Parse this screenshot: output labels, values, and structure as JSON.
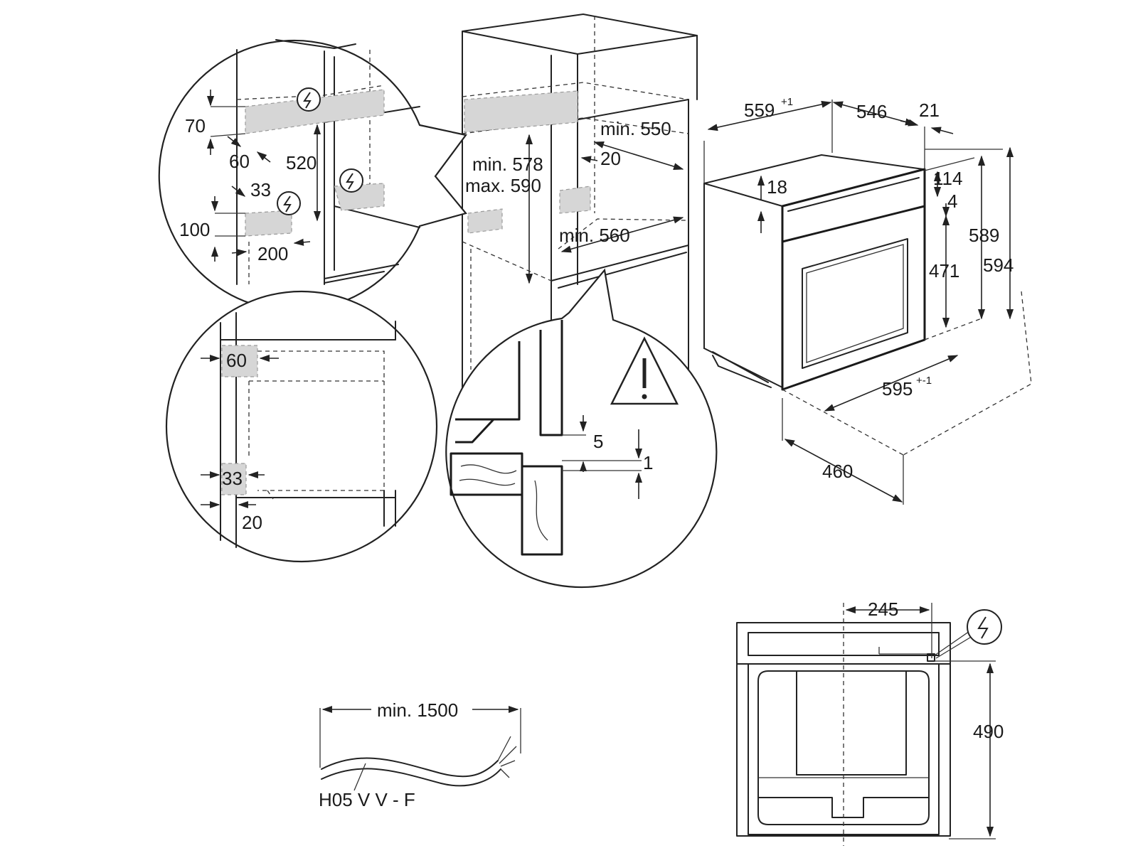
{
  "labels": {
    "d_559": "559",
    "d_559_tol": "+1",
    "d_546": "546",
    "d_21": "21",
    "d_18": "18",
    "d_114": "114",
    "d_4": "4",
    "d_589": "589",
    "d_594": "594",
    "d_471": "471",
    "d_595": "595",
    "d_595_tol": "+-1",
    "d_460": "460",
    "d_min550": "min. 550",
    "d_min578": "min. 578",
    "d_max590": "max. 590",
    "d_20_niche": "20",
    "d_min560": "min. 560",
    "d_70": "70",
    "d_60": "60",
    "d_520": "520",
    "d_33": "33",
    "d_100": "100",
    "d_200": "200",
    "d_60_box": "60",
    "d_33_box": "33",
    "d_20_side": "20",
    "d_5": "5",
    "d_1": "1",
    "d_245": "245",
    "d_490": "490",
    "cable_length": "min. 1500",
    "cable_type": "H05 V V - F"
  }
}
